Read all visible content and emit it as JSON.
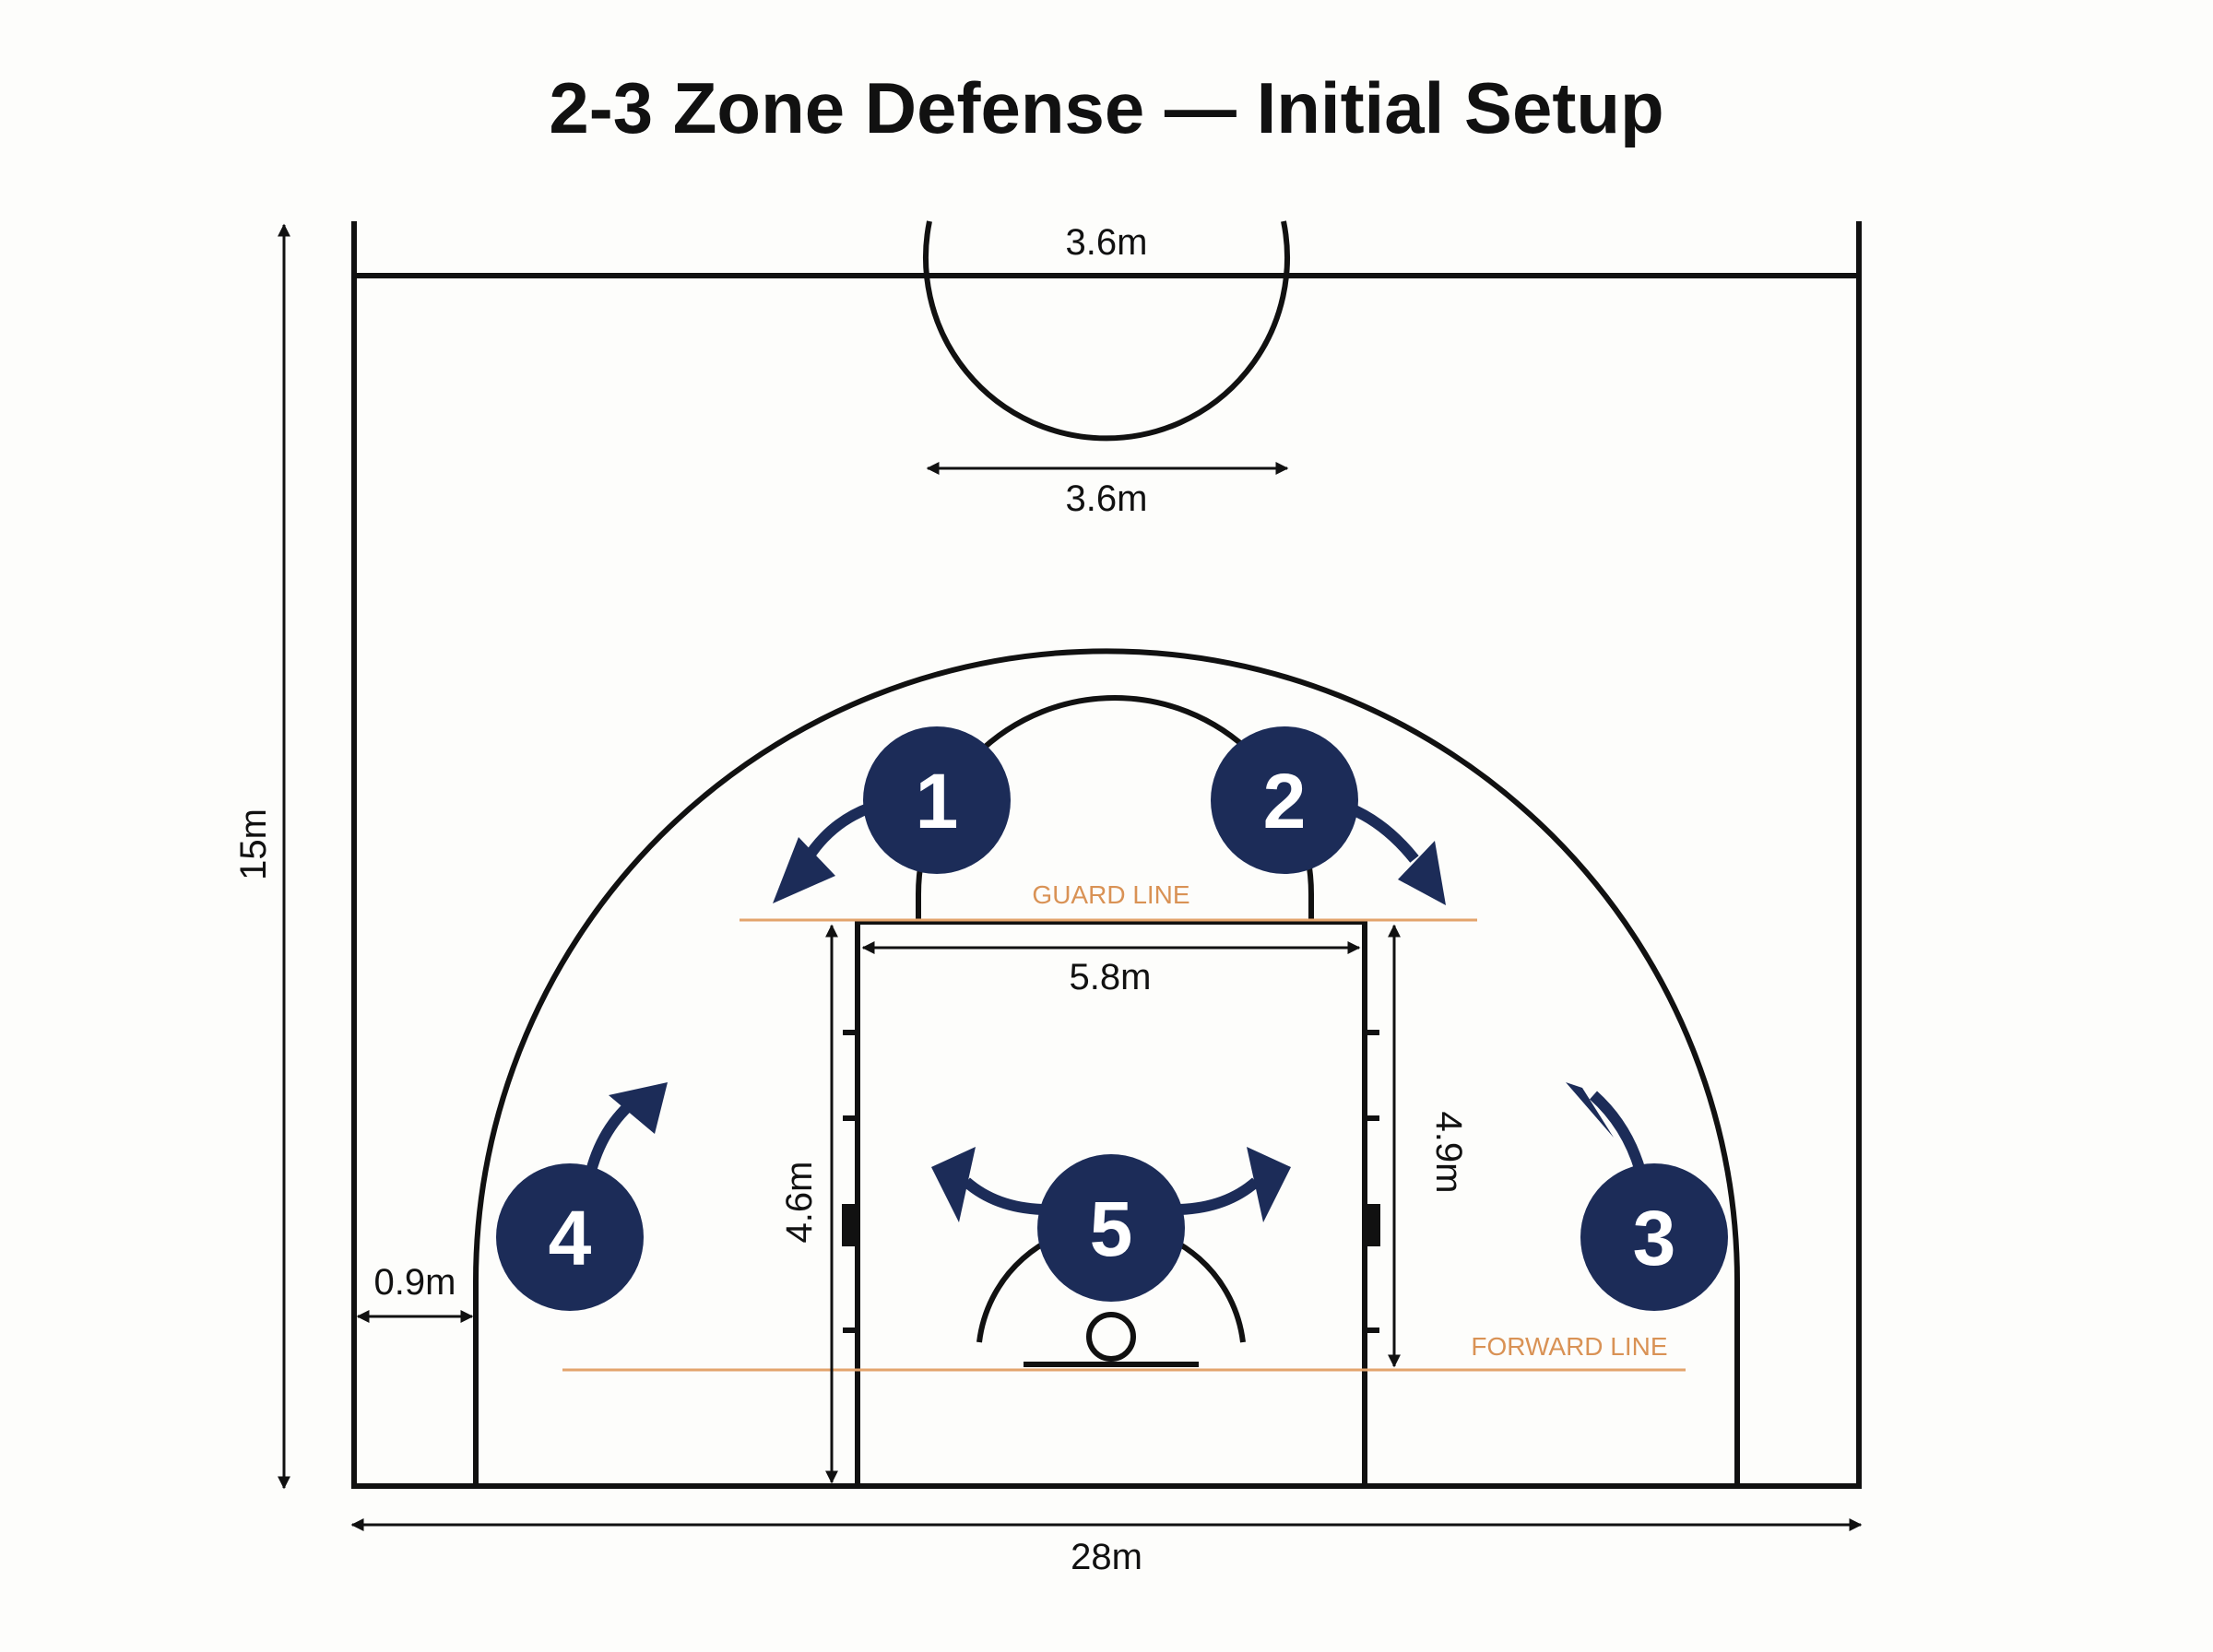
{
  "title": "2-3 Zone Defense — Initial Setup",
  "dimensions": {
    "court_width": "28m",
    "court_depth": "15m",
    "circle_top": "3.6m",
    "circle_diameter": "3.6m",
    "key_width": "5.8m",
    "lane_left": "4.6m",
    "lane_right": "4.9m",
    "corner_gap": "0.9m"
  },
  "zone_lines": {
    "guard": "GUARD LINE",
    "forward": "FORWARD LINE"
  },
  "players": [
    "1",
    "2",
    "3",
    "4",
    "5"
  ],
  "colors": {
    "player": "#1c2c58",
    "zone_line": "#e3a46c",
    "zone_text": "#d99255",
    "court_line": "#111111"
  }
}
